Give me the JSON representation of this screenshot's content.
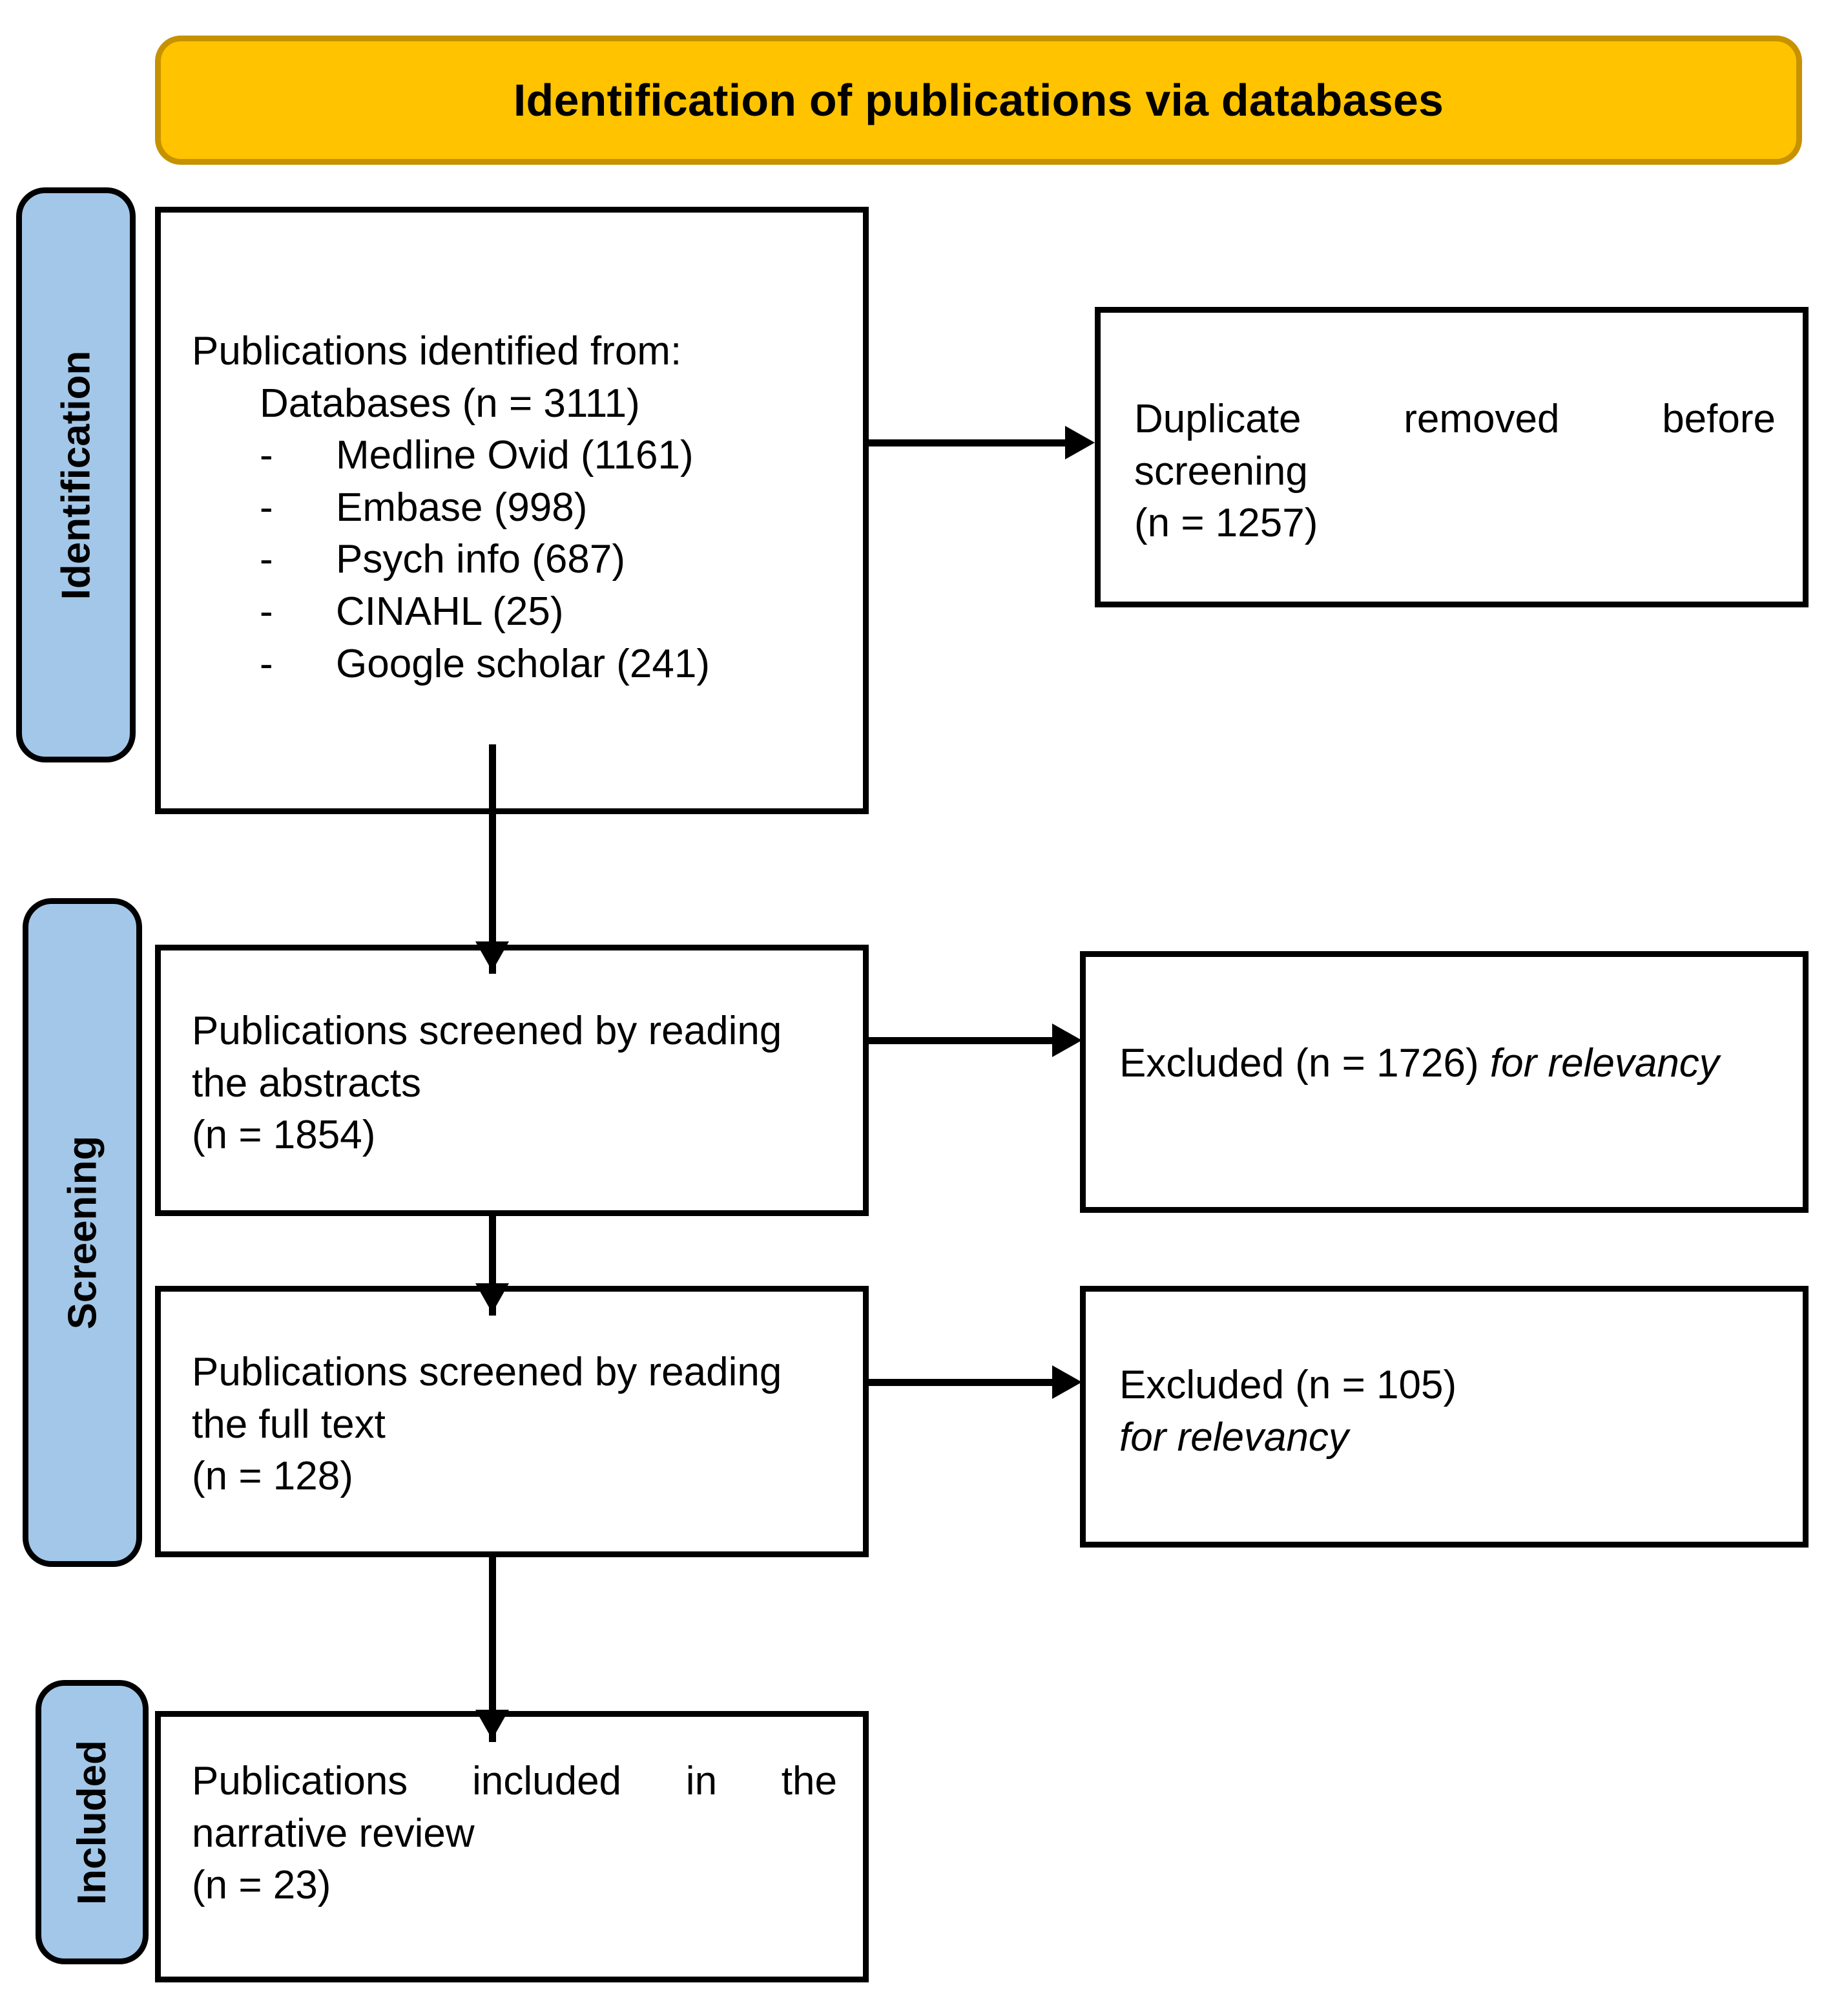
{
  "header": {
    "title": "Identification of publications via databases",
    "fill_color": "#FFC300",
    "border_color": "#C79200"
  },
  "stages": [
    {
      "key": "identification",
      "label": "Identification",
      "fill_color": "#A3C7E8"
    },
    {
      "key": "screening",
      "label": "Screening",
      "fill_color": "#A3C7E8"
    },
    {
      "key": "included",
      "label": "Included",
      "fill_color": "#A3C7E8"
    }
  ],
  "boxes": {
    "identified": {
      "heading": "Publications identified from:",
      "subheading": "Databases (n = 3111)",
      "sources": [
        {
          "bullet": "-",
          "label": "Medline Ovid (1161)"
        },
        {
          "bullet": "-",
          "label": "Embase (998)"
        },
        {
          "bullet": "-",
          "label": "Psych info (687)"
        },
        {
          "bullet": "-",
          "label": "CINAHL (25)"
        },
        {
          "bullet": "-",
          "label": "Google scholar (241)"
        }
      ]
    },
    "duplicates": {
      "line1": "Duplicate removed before screening",
      "line2": "(n = 1257)"
    },
    "screen_abstracts": {
      "line1": "Publications screened by reading the abstracts",
      "line2": "(n = 1854)"
    },
    "excluded_abstracts": {
      "line1": "Excluded (n = 1726)",
      "line1_italic": "for relevancy"
    },
    "screen_fulltext": {
      "line1": "Publications screened by reading the full text",
      "line2": "(n = 128)"
    },
    "excluded_fulltext": {
      "line1": "Excluded (n = 105)",
      "line2_italic": "for relevancy"
    },
    "included": {
      "line1": "Publications included in the narrative review",
      "line2": "(n = 23)"
    }
  },
  "chart_data": {
    "type": "diagram",
    "title": "Identification of publications via databases",
    "diagram_kind": "PRISMA flow diagram",
    "stages": [
      "Identification",
      "Screening",
      "Included"
    ],
    "nodes": [
      {
        "id": "identified",
        "stage": "Identification",
        "label": "Publications identified from: Databases (n = 3111)",
        "n": 3111,
        "breakdown": [
          {
            "source": "Medline Ovid",
            "n": 1161
          },
          {
            "source": "Embase",
            "n": 998
          },
          {
            "source": "Psych info",
            "n": 687
          },
          {
            "source": "CINAHL",
            "n": 25
          },
          {
            "source": "Google scholar",
            "n": 241
          }
        ]
      },
      {
        "id": "duplicates",
        "stage": "Identification",
        "label": "Duplicate removed before screening (n = 1257)",
        "n": 1257
      },
      {
        "id": "screen_abstracts",
        "stage": "Screening",
        "label": "Publications screened by reading the abstracts (n = 1854)",
        "n": 1854
      },
      {
        "id": "excluded_abstracts",
        "stage": "Screening",
        "label": "Excluded (n = 1726) for relevancy",
        "n": 1726
      },
      {
        "id": "screen_fulltext",
        "stage": "Screening",
        "label": "Publications screened by reading the full text (n = 128)",
        "n": 128
      },
      {
        "id": "excluded_fulltext",
        "stage": "Screening",
        "label": "Excluded (n = 105) for relevancy",
        "n": 105
      },
      {
        "id": "included",
        "stage": "Included",
        "label": "Publications included in the narrative review (n = 23)",
        "n": 23
      }
    ],
    "edges": [
      {
        "from": "identified",
        "to": "duplicates",
        "direction": "right"
      },
      {
        "from": "identified",
        "to": "screen_abstracts",
        "direction": "down"
      },
      {
        "from": "screen_abstracts",
        "to": "excluded_abstracts",
        "direction": "right"
      },
      {
        "from": "screen_abstracts",
        "to": "screen_fulltext",
        "direction": "down"
      },
      {
        "from": "screen_fulltext",
        "to": "excluded_fulltext",
        "direction": "right"
      },
      {
        "from": "screen_fulltext",
        "to": "included",
        "direction": "down"
      }
    ]
  }
}
